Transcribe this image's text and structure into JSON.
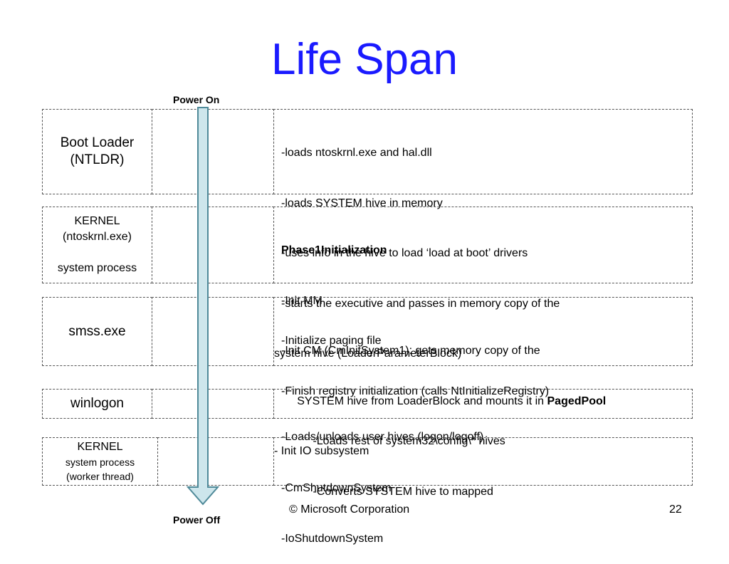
{
  "title": "Life Span",
  "power_on": "Power On",
  "power_off": "Power Off",
  "stages": [
    {
      "left": [
        "Boot Loader",
        "(NTLDR)"
      ],
      "right": [
        "-loads ntoskrnl.exe and hal.dll",
        "-loads SYSTEM hive in memory",
        "-uses info in the hive to load ‘load at boot’ drivers",
        "-starts the executive and passes in memory copy of the",
        "system hive (LoaderParameterBlock)"
      ]
    },
    {
      "left": [
        "KERNEL",
        "(ntoskrnl.exe)",
        "",
        "system process"
      ],
      "right_heading": "Phase1Initialization",
      "right": [
        "-Init MM",
        "-Init CM (CmInitSystem1): gets memory copy of the",
        "     SYSTEM hive from LoaderBlock and mounts it in ",
        "- Init IO subsystem"
      ],
      "right_bold_suffix": "PagedPool"
    },
    {
      "left": [
        "smss.exe"
      ],
      "right": [
        "-Initialize paging file",
        "-Finish registry initialization (calls NtInitializeRegistry)",
        "          -Loads rest of system32\\config\\* hives",
        "          -Converts SYSTEM hive to mapped"
      ]
    },
    {
      "left": [
        "winlogon"
      ],
      "right": [
        "-Loads/unloads user hives (logon/logoff)"
      ]
    },
    {
      "left": [
        "KERNEL",
        "system process",
        "(worker thread)"
      ],
      "right": [
        "-CmShutdownSystem",
        "-IoShutdownSystem"
      ]
    }
  ],
  "footer": {
    "copyright": "© Microsoft Corporation",
    "page": "22"
  },
  "colors": {
    "title": "#1a1aff",
    "arrow_fill": "#cde6ec",
    "arrow_stroke": "#4f8a99"
  }
}
